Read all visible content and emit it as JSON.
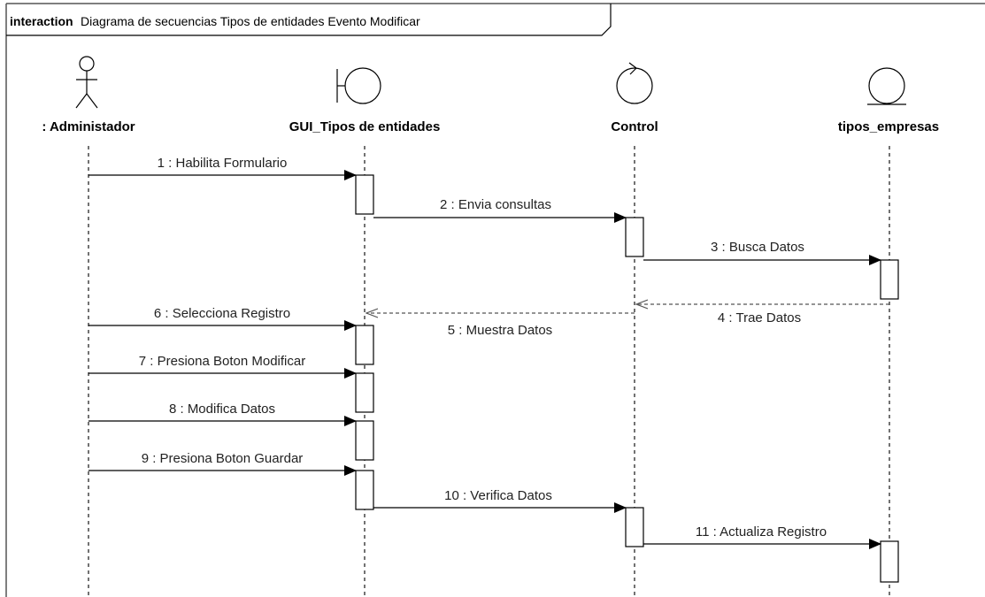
{
  "frame": {
    "keyword": "interaction",
    "title": "Diagrama de secuencias Tipos de entidades Evento Modificar"
  },
  "participants": [
    {
      "id": "admin",
      "name": ": Administador",
      "kind": "actor-icon"
    },
    {
      "id": "gui",
      "name": "GUI_Tipos de entidades",
      "kind": "boundary-icon"
    },
    {
      "id": "control",
      "name": "Control",
      "kind": "control-icon"
    },
    {
      "id": "entity",
      "name": "tipos_empresas",
      "kind": "entity-icon"
    }
  ],
  "messages": [
    {
      "label": "1 : Habilita Formulario",
      "from": "admin",
      "to": "gui",
      "type": "sync"
    },
    {
      "label": "2 : Envia consultas",
      "from": "gui",
      "to": "control",
      "type": "sync"
    },
    {
      "label": "3 : Busca Datos",
      "from": "control",
      "to": "entity",
      "type": "sync"
    },
    {
      "label": "4 : Trae Datos",
      "from": "entity",
      "to": "control",
      "type": "return"
    },
    {
      "label": "5 : Muestra Datos",
      "from": "control",
      "to": "gui",
      "type": "return"
    },
    {
      "label": "6 : Selecciona Registro",
      "from": "admin",
      "to": "gui",
      "type": "sync"
    },
    {
      "label": "7 : Presiona Boton Modificar",
      "from": "admin",
      "to": "gui",
      "type": "sync"
    },
    {
      "label": "8 : Modifica Datos",
      "from": "admin",
      "to": "gui",
      "type": "sync"
    },
    {
      "label": "9 : Presiona Boton Guardar",
      "from": "admin",
      "to": "gui",
      "type": "sync"
    },
    {
      "label": "10 : Verifica Datos",
      "from": "gui",
      "to": "control",
      "type": "sync"
    },
    {
      "label": "11 : Actualiza Registro",
      "from": "control",
      "to": "entity",
      "type": "sync"
    }
  ],
  "colors": {
    "line": "#000000",
    "dashed": "#555555",
    "text": "#222222",
    "activation_fill": "#ffffff"
  }
}
